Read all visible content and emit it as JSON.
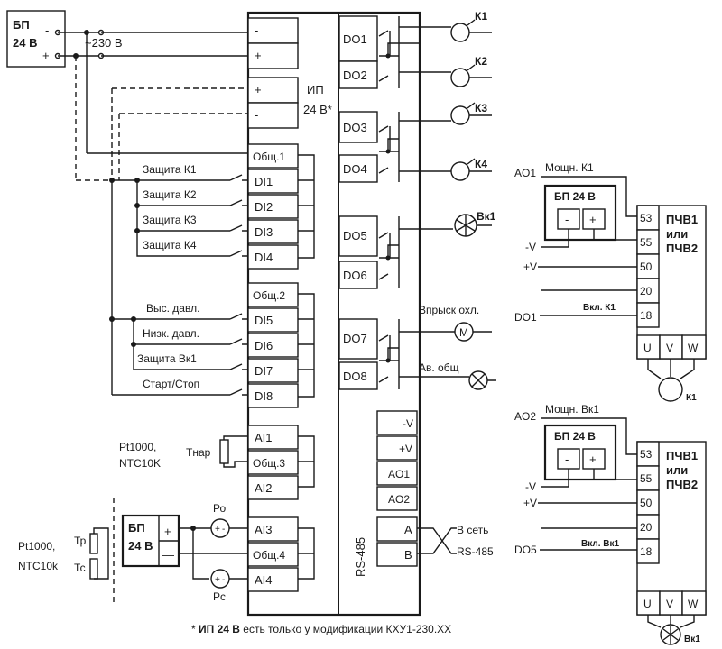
{
  "psu_main": {
    "label1": "БП",
    "label2": "24 В",
    "minus": "-",
    "plus": "+",
    "voltage": "~230 В"
  },
  "power_terminals": {
    "minus": "-",
    "plus": "+",
    "ip_plus": "+",
    "ip_minus": "-"
  },
  "ip_label": {
    "line1": "ИП",
    "line2": "24 В*"
  },
  "di": {
    "common1": "Общ.1",
    "common2": "Общ.2",
    "inputs": [
      "DI1",
      "DI2",
      "DI3",
      "DI4",
      "DI5",
      "DI6",
      "DI7",
      "DI8"
    ],
    "signals": [
      "Защита К1",
      "Защита К2",
      "Защита К3",
      "Защита К4",
      "Выс. давл.",
      "Низк. давл.",
      "Защита Вк1",
      "Старт/Стоп"
    ]
  },
  "ai": {
    "inputs": [
      "AI1",
      "Общ.3",
      "AI2",
      "AI3",
      "Общ.4",
      "AI4"
    ],
    "sensor_label1": "Pt1000,",
    "sensor_label2": "NTC10K",
    "sensor_label3": "Pt1000,",
    "sensor_label4": "NTC10k",
    "tnar": "Тнар",
    "tr": "Тр",
    "tc": "Тс",
    "po": "Ро",
    "pc": "Рс"
  },
  "psu_sensor": {
    "label1": "БП",
    "label2": "24 В",
    "plus": "+",
    "minus": "—"
  },
  "do": {
    "outputs": [
      "DO1",
      "DO2",
      "DO3",
      "DO4",
      "DO5",
      "DO6",
      "DO7",
      "DO8"
    ],
    "loads": [
      "К1",
      "К2",
      "К3",
      "К4",
      "Вк1"
    ],
    "inject": "Впрыск охл.",
    "motor": "М",
    "alarm": "Ав. общ"
  },
  "ao": {
    "terminals": [
      "-V",
      "+V",
      "AO1",
      "AO2"
    ]
  },
  "rs485": {
    "label": "RS-485",
    "a": "A",
    "b": "B",
    "net1": "В сеть",
    "net2": "RS-485"
  },
  "vfd1": {
    "ao": "AO1",
    "power_label": "Мощн. К1",
    "psu1": "БП 24 В",
    "psu_minus": "-",
    "psu_plus": "+",
    "minus_v": "-V",
    "plus_v": "+V",
    "do": "DO1",
    "enable": "Вкл. К1",
    "pins": [
      "53",
      "55",
      "50",
      "20",
      "18"
    ],
    "title1": "ПЧВ1",
    "title2": "или",
    "title3": "ПЧВ2",
    "phases": [
      "U",
      "V",
      "W"
    ],
    "motor": "К1"
  },
  "vfd2": {
    "ao": "AO2",
    "power_label": "Мощн. Вк1",
    "psu1": "БП 24 В",
    "psu_minus": "-",
    "psu_plus": "+",
    "minus_v": "-V",
    "plus_v": "+V",
    "do": "DO5",
    "enable": "Вкл. Вк1",
    "pins": [
      "53",
      "55",
      "50",
      "20",
      "18"
    ],
    "title1": "ПЧВ1",
    "title2": "или",
    "title3": "ПЧВ2",
    "phases": [
      "U",
      "V",
      "W"
    ],
    "motor": "Вк1"
  },
  "footnote": {
    "star": "* ",
    "bold": "ИП 24 В",
    "rest": " есть только у модификации КХУ1-230.ХХ"
  }
}
